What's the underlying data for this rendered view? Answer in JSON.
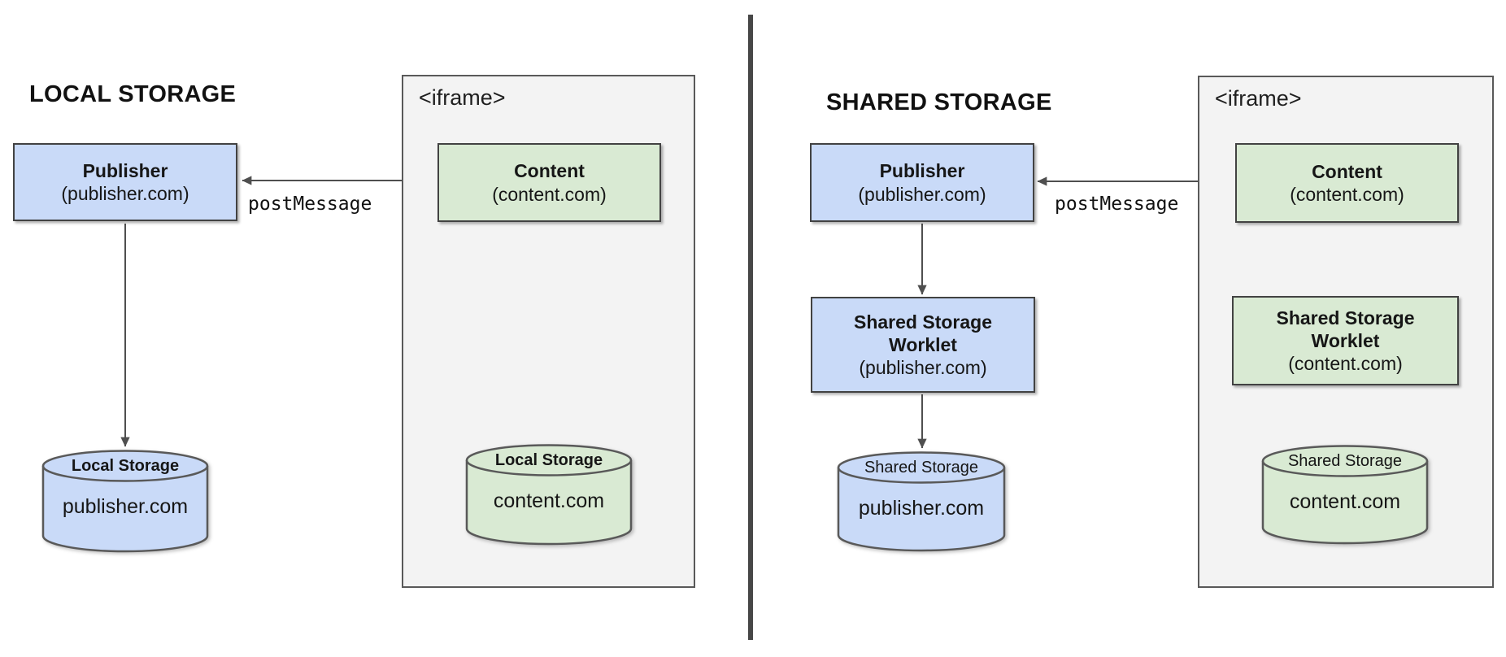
{
  "diagram": {
    "left": {
      "title": "LOCAL STORAGE",
      "publisher": {
        "name": "Publisher",
        "origin": "(publisher.com)"
      },
      "iframe_label": "<iframe>",
      "content": {
        "name": "Content",
        "origin": "(content.com)"
      },
      "message_label": "postMessage",
      "publisher_storage": {
        "label": "Local Storage",
        "origin": "publisher.com"
      },
      "content_storage": {
        "label": "Local Storage",
        "origin": "content.com"
      }
    },
    "right": {
      "title": "SHARED STORAGE",
      "publisher": {
        "name": "Publisher",
        "origin": "(publisher.com)"
      },
      "iframe_label": "<iframe>",
      "content": {
        "name": "Content",
        "origin": "(content.com)"
      },
      "message_label": "postMessage",
      "publisher_worklet": {
        "line1": "Shared Storage",
        "line2": "Worklet",
        "origin": "(publisher.com)"
      },
      "content_worklet": {
        "line1": "Shared Storage",
        "line2": "Worklet",
        "origin": "(content.com)"
      },
      "publisher_storage": {
        "label": "Shared Storage",
        "origin": "publisher.com"
      },
      "content_storage": {
        "label": "Shared Storage",
        "origin": "content.com"
      }
    },
    "colors": {
      "publisher_fill": "#c9daf8",
      "content_fill": "#d9ead3",
      "iframe_fill": "#f3f3f3",
      "stroke": "#595959",
      "arrow": "#4f4f4f"
    }
  }
}
